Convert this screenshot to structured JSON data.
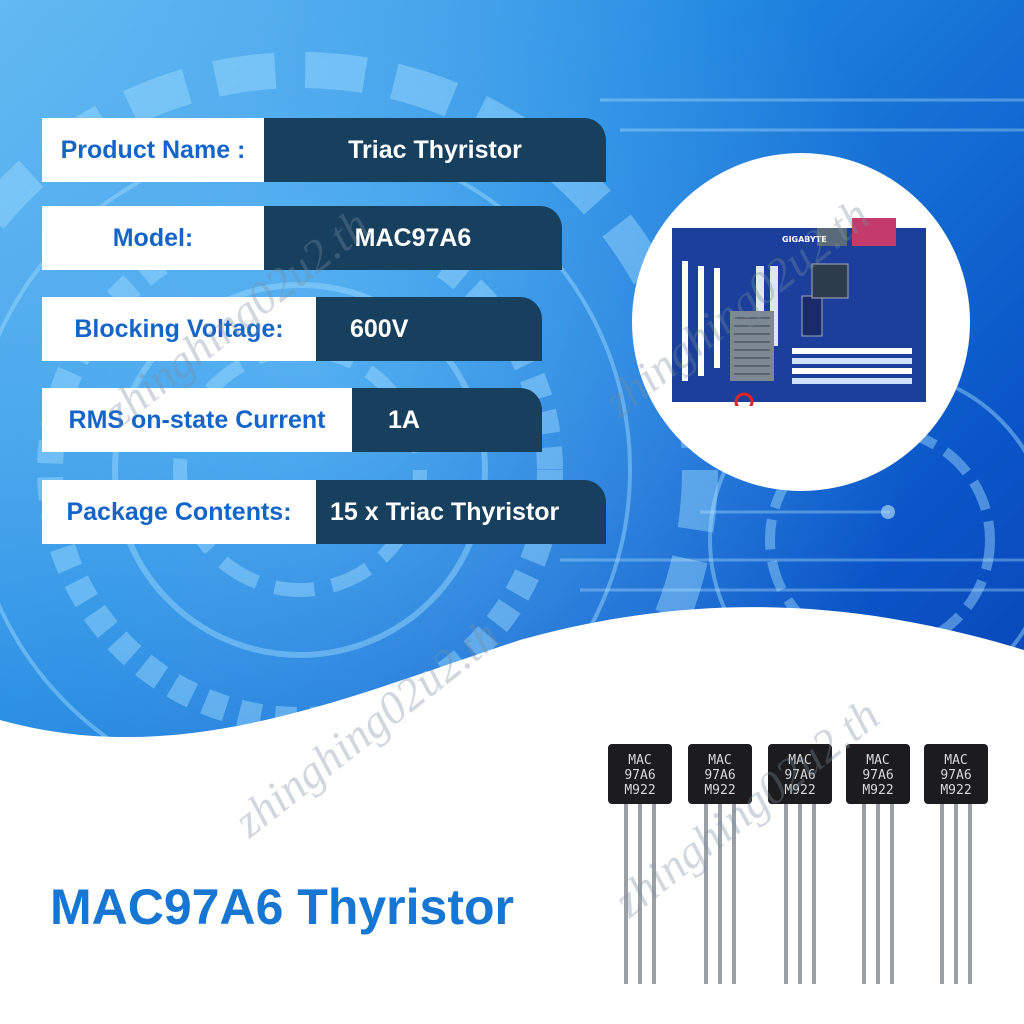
{
  "specs": [
    {
      "label": "Product Name :",
      "value": "Triac Thyristor"
    },
    {
      "label": "Model:",
      "value": "MAC97A6"
    },
    {
      "label": "Blocking Voltage:",
      "value": "600V"
    },
    {
      "label": "RMS on-state Current",
      "value": "1A"
    },
    {
      "label": "Package Contents:",
      "value": "15 x Triac Thyristor"
    }
  ],
  "title": "MAC97A6 Thyristor",
  "chip_marking": {
    "line1": "MAC",
    "line2": "97A6",
    "line3": "M922"
  },
  "motherboard_brand": "GIGABYTE",
  "watermark": "zhinghing02u2.th",
  "colors": {
    "label_text": "#1565c8",
    "value_bg": "#173f5e",
    "title": "#1676d2",
    "background": "#0b5fd0"
  }
}
